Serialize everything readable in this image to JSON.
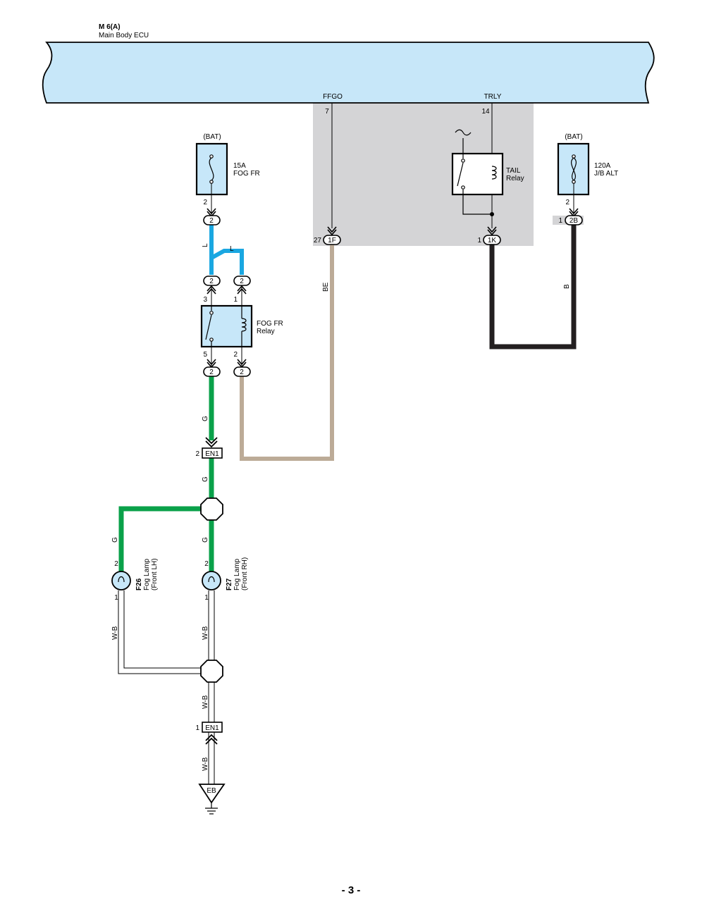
{
  "ecu": {
    "code": "M 6(A)",
    "name": "Main Body ECU",
    "pin_ffgo_label": "FFGO",
    "pin_ffgo_num": "7",
    "pin_trly_label": "TRLY",
    "pin_trly_num": "14"
  },
  "fuse_fog": {
    "source": "(BAT)",
    "rating": "15A",
    "name": "FOG FR",
    "pin": "2",
    "conn": "2"
  },
  "fuse_alt": {
    "source": "(BAT)",
    "rating": "120A",
    "name": "J/B ALT",
    "pin": "2",
    "pin_left": "1",
    "conn": "2B"
  },
  "tail_relay": {
    "line1": "TAIL",
    "line2": "Relay"
  },
  "fog_relay": {
    "line1": "FOG FR",
    "line2": "Relay",
    "pin3": "3",
    "pin1": "1",
    "pin5": "5",
    "pin2": "2",
    "conn_top_left": "2",
    "conn_top_right": "2",
    "conn_bot_left": "2",
    "conn_bot_right": "2"
  },
  "connectors": {
    "c1f_pin": "27",
    "c1f": "1F",
    "c1k_pin": "1",
    "c1k": "1K",
    "en1_top_pin": "2",
    "en1_top": "EN1",
    "en1_bot_pin": "1",
    "en1_bot": "EN1"
  },
  "wires": {
    "l1": "L",
    "l2": "L",
    "be": "BE",
    "b": "B",
    "g1": "G",
    "g2": "G",
    "g3": "G",
    "g4": "G",
    "wb1": "W-B",
    "wb2": "W-B",
    "wb3": "W-B",
    "wb4": "W-B"
  },
  "lamp_lh": {
    "code": "F26",
    "name": "Fog Lamp",
    "side": "(Front LH)",
    "pin_top": "2",
    "pin_bot": "1"
  },
  "lamp_rh": {
    "code": "F27",
    "name": "Fog Lamp",
    "side": "(Front RH)",
    "pin_top": "2",
    "pin_bot": "1"
  },
  "ground": {
    "label": "EB"
  },
  "page_number": "- 3 -",
  "colors": {
    "ecu_fill": "#c7e7f9",
    "area_gray": "#d4d4d6",
    "wire_blue": "#1aa7e1",
    "wire_green": "#0aa14a",
    "wire_beige": "#bcab97",
    "wire_black": "#231f20"
  }
}
